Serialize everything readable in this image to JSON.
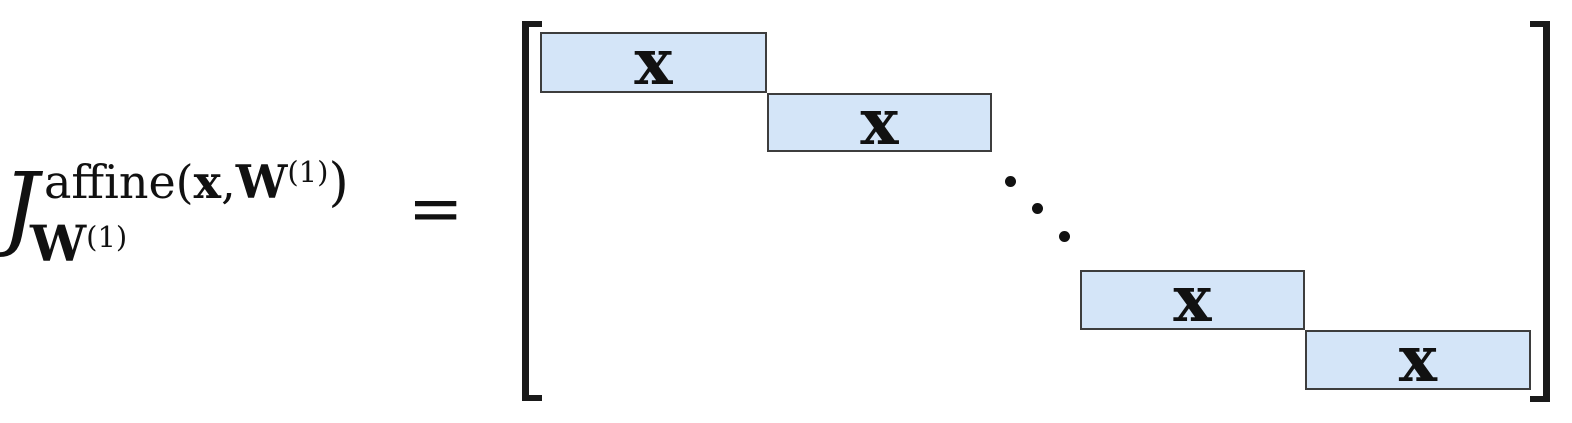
{
  "equation": {
    "base": "J",
    "sup": {
      "prefix": "affine(",
      "x": "x",
      "comma": ",",
      "W": "W",
      "index": "(1)",
      "close": ")"
    },
    "sub": {
      "W": "W",
      "index": "(1)"
    },
    "equals": "="
  },
  "matrix": {
    "blocks": [
      {
        "label": "x"
      },
      {
        "label": "x"
      },
      {
        "label": "x"
      },
      {
        "label": "x"
      }
    ],
    "ellipsis_icon": "diagonal-dots-icon"
  },
  "colors": {
    "block_fill": "#d4e5f8",
    "block_border": "#3d3d3d",
    "bracket": "#1a1a1a",
    "ink": "#111111"
  }
}
